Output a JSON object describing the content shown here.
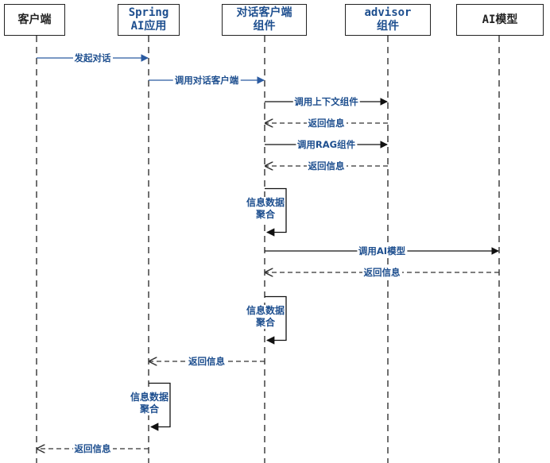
{
  "actors": [
    {
      "id": "client",
      "label": "客户端"
    },
    {
      "id": "spring",
      "label": "Spring\nAI应用"
    },
    {
      "id": "chatclient",
      "label": "对话客户端\n组件"
    },
    {
      "id": "advisor",
      "label": "advisor\n组件"
    },
    {
      "id": "model",
      "label": "AI模型"
    }
  ],
  "messages": [
    {
      "from": "client",
      "to": "spring",
      "type": "solid-blue",
      "label": "发起对话"
    },
    {
      "from": "spring",
      "to": "chatclient",
      "type": "solid-blue",
      "label": "调用对话客户端"
    },
    {
      "from": "chatclient",
      "to": "advisor",
      "type": "solid",
      "label": "调用上下文组件"
    },
    {
      "from": "advisor",
      "to": "chatclient",
      "type": "dashed",
      "label": "返回信息"
    },
    {
      "from": "chatclient",
      "to": "advisor",
      "type": "solid",
      "label": "调用RAG组件"
    },
    {
      "from": "advisor",
      "to": "chatclient",
      "type": "dashed",
      "label": "返回信息"
    },
    {
      "from": "chatclient",
      "to": "chatclient",
      "type": "self",
      "label": "信息数据\n聚合"
    },
    {
      "from": "chatclient",
      "to": "model",
      "type": "solid",
      "label": "调用AI模型"
    },
    {
      "from": "model",
      "to": "chatclient",
      "type": "dashed",
      "label": "返回信息"
    },
    {
      "from": "chatclient",
      "to": "chatclient",
      "type": "self",
      "label": "信息数据\n聚合"
    },
    {
      "from": "chatclient",
      "to": "spring",
      "type": "dashed",
      "label": "返回信息"
    },
    {
      "from": "spring",
      "to": "spring",
      "type": "self",
      "label": "信息数据\n聚合"
    },
    {
      "from": "spring",
      "to": "client",
      "type": "dashed",
      "label": "返回信息"
    }
  ]
}
